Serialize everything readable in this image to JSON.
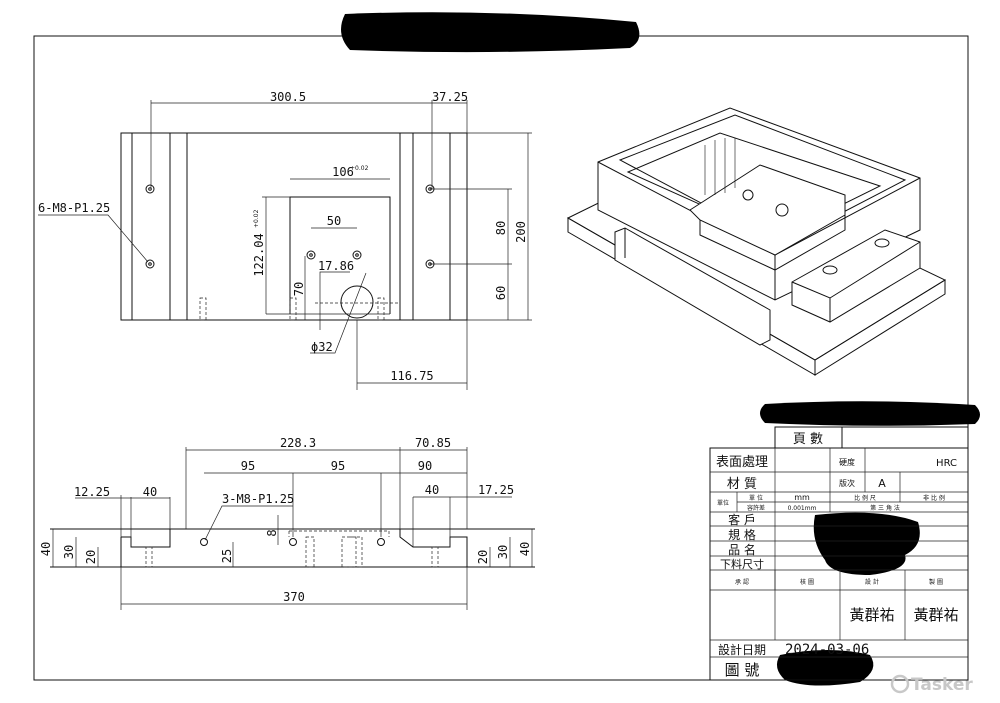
{
  "top_view": {
    "dims": {
      "d300_5": "300.5",
      "d37_25": "37.25",
      "d106": "106",
      "tol_106": "+0.02",
      "d122_04": "122.04",
      "tol_122": "+0.02",
      "d50": "50",
      "d17_86": "17.86",
      "d70": "70",
      "d80": "80",
      "d60": "60",
      "d200": "200",
      "d116_75": "116.75",
      "phi32": "ϕ32"
    },
    "callout": "6-M8-P1.25"
  },
  "front_view": {
    "dims": {
      "d228_3": "228.3",
      "d70_85": "70.85",
      "d95a": "95",
      "d95b": "95",
      "d90": "90",
      "d12_25": "12.25",
      "d40a": "40",
      "d40b": "40",
      "d17_25": "17.25",
      "d8": "8",
      "d25": "25",
      "d40l": "40",
      "d30l": "30",
      "d20l": "20",
      "d20r": "20",
      "d30r": "30",
      "d40r": "40",
      "d370": "370"
    },
    "callout": "3-M8-P1.25"
  },
  "title_block": {
    "pages": "頁 數",
    "surface_treatment": "表面處理",
    "hardness": "硬度",
    "hardness_value": "HRC",
    "material": "材 質",
    "revision": "版次",
    "revision_value": "A",
    "unit_group": "單位",
    "unit": "單 位",
    "unit_value": "mm",
    "scale": "比 例 尺",
    "scale_value": "非 比 例",
    "tolerance": "容許差",
    "tolerance_value": "0.001mm",
    "projection": "第 三 角 法",
    "customer": "客 戶",
    "spec": "規 格",
    "part_name": "品 名",
    "cut_size": "下料尺寸",
    "approve": "承 認",
    "check": "核 圖",
    "design": "設 計",
    "draw": "製 圖",
    "designer": "黃群祐",
    "drafter": "黃群祐",
    "design_date_label": "設計日期",
    "design_date": "2024-03-06",
    "drawing_no": "圖 號"
  },
  "watermark": "Tasker"
}
